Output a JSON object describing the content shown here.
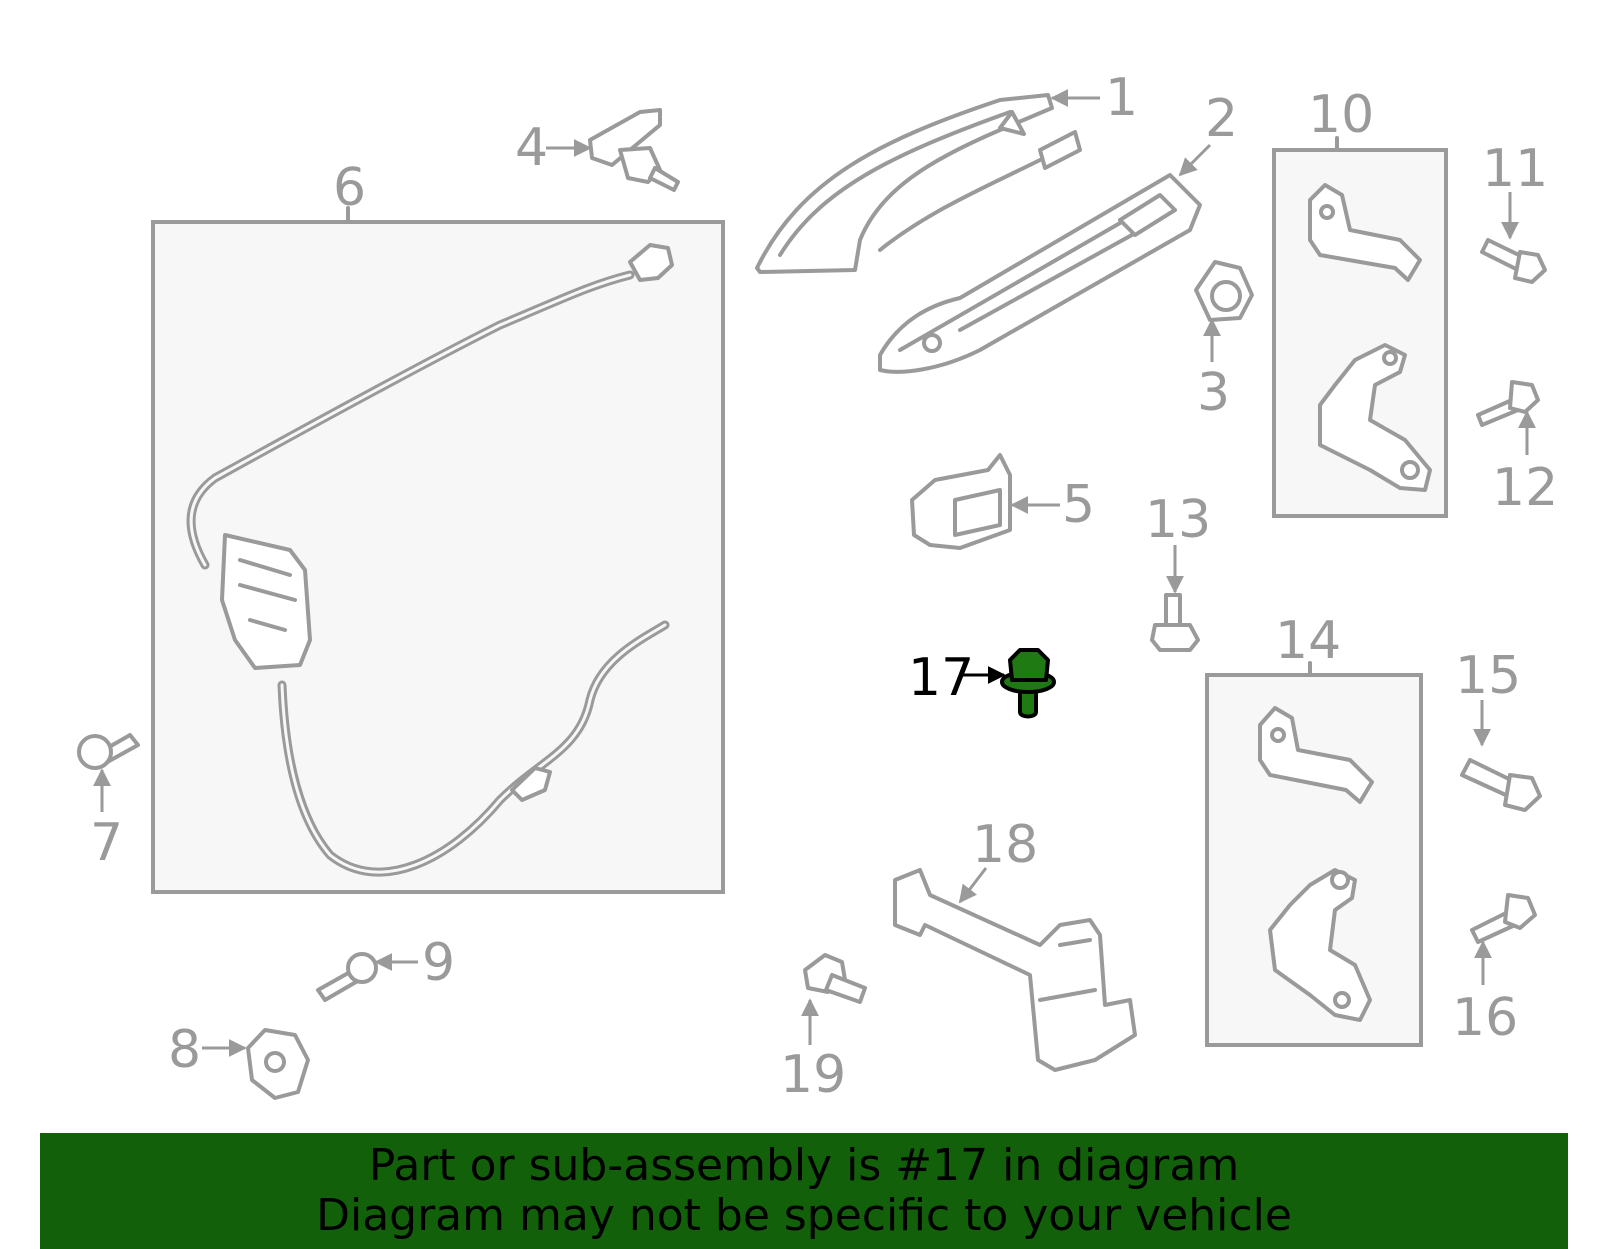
{
  "diagram": {
    "highlighted_part": "17",
    "highlight_color": "#1f7a14",
    "line_color": "#9a9a9a",
    "callouts": {
      "c1": "1",
      "c2": "2",
      "c3": "3",
      "c4": "4",
      "c5": "5",
      "c6": "6",
      "c7": "7",
      "c8": "8",
      "c9": "9",
      "c10": "10",
      "c11": "11",
      "c12": "12",
      "c13": "13",
      "c14": "14",
      "c15": "15",
      "c16": "16",
      "c17": "17",
      "c18": "18",
      "c19": "19"
    }
  },
  "banner": {
    "background": "#12600a",
    "line1": "Part or sub-assembly is #17 in diagram",
    "line2": "Diagram may not be specific to your vehicle"
  }
}
